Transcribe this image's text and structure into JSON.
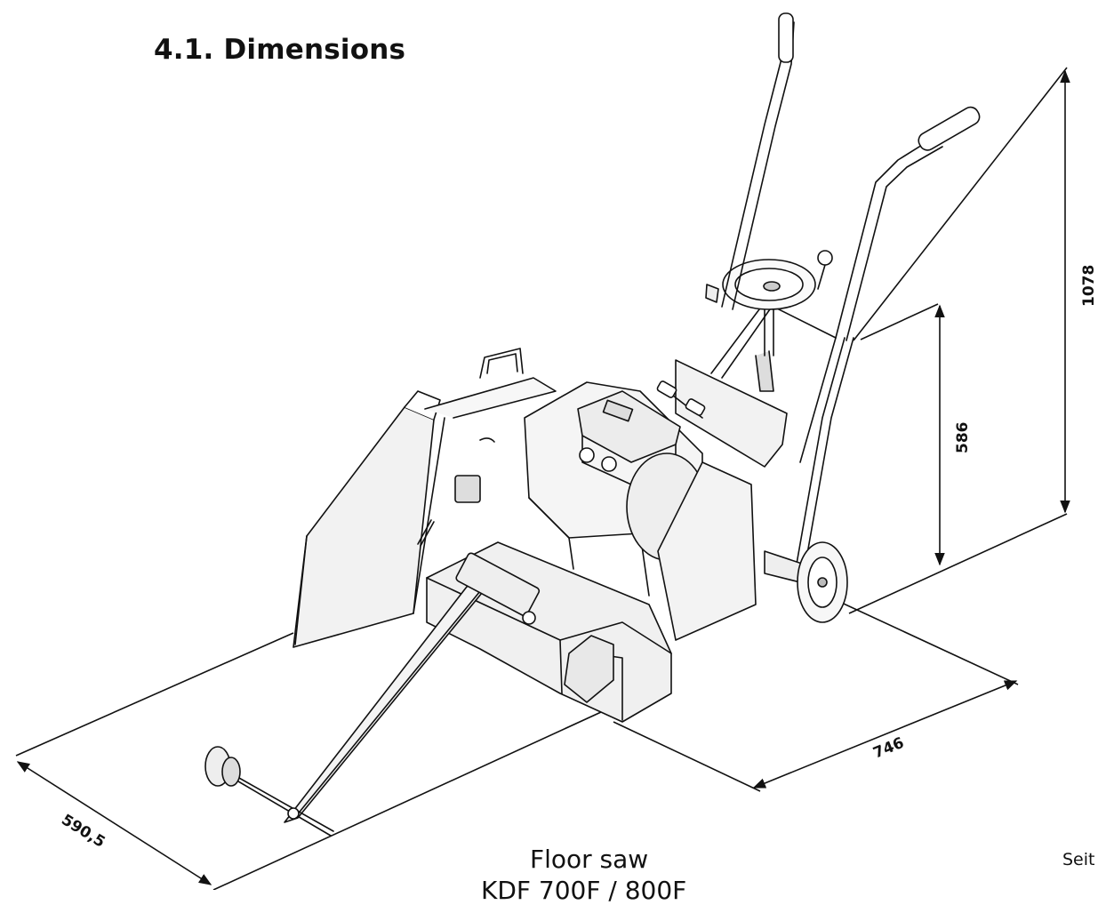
{
  "section": {
    "title": "4.1. Dimensions"
  },
  "dimensions": {
    "overall_height": "1078",
    "handle_height": "586",
    "depth": "746",
    "width": "590,5"
  },
  "caption": {
    "title": "Floor saw",
    "model": "KDF 700F / 800F"
  },
  "page": {
    "label": "Seit"
  }
}
